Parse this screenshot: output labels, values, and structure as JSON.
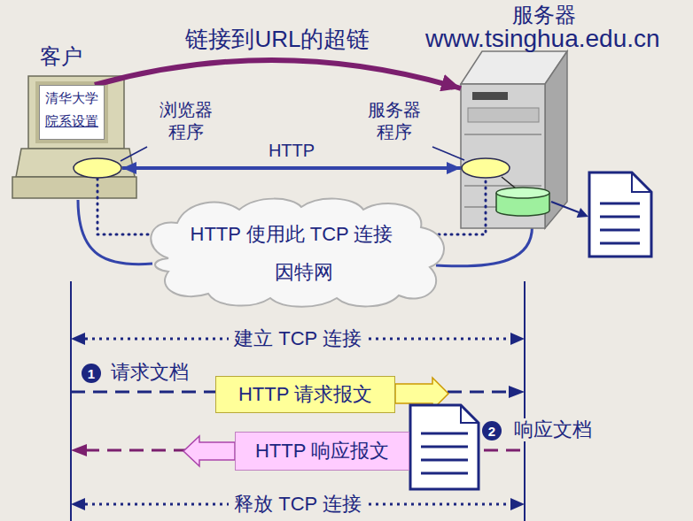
{
  "diagram": {
    "nodes": [
      {
        "text": [
          "客户"
        ]
      },
      {
        "text": [
          "清华大学",
          "院系设置"
        ],
        "in": 0
      },
      {
        "text": [
          "浏览器 程序"
        ],
        "in": 0
      },
      {
        "text": [
          "服务器",
          "www.tsinghua.edu.cn"
        ]
      },
      {
        "text": [
          "服务器 程序"
        ],
        "in": 3
      },
      {
        "text": [
          "因特网"
        ]
      },
      {
        "text": [
          "HTTP 请求报文"
        ]
      },
      {
        "text": [
          "HTTP 响应报文"
        ]
      }
    ],
    "edges": [
      {
        "from": 1,
        "to": 3,
        "label": "链接到URL的超链",
        "arrow": "to"
      },
      {
        "from": 2,
        "to": 4,
        "label": "HTTP",
        "arrow": "both"
      },
      {
        "from": 2,
        "to": 4,
        "label": "HTTP 使用此 TCP 连接",
        "arrow": "none"
      }
    ],
    "labels": [
      "建立 TCP 连接",
      "1",
      "请求文档",
      "2",
      "响应文档",
      "释放 TCP 连接"
    ]
  }
}
